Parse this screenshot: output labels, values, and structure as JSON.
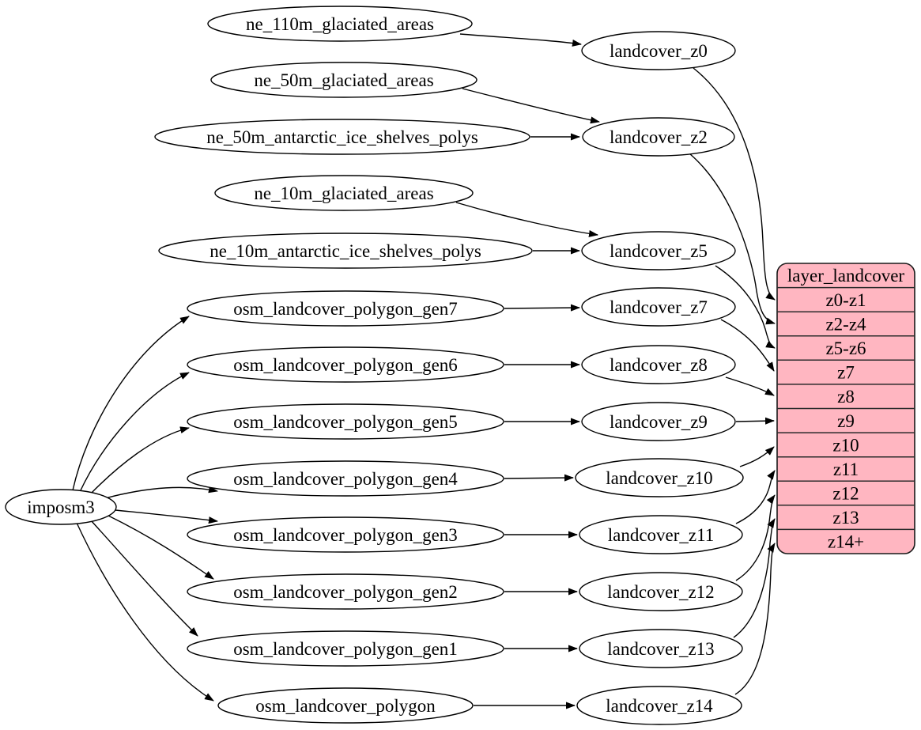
{
  "diagram": {
    "type": "graphviz-flow",
    "description_visible_text_only": true
  },
  "colors": {
    "background": "#ffffff",
    "node_fill": "#ffffff",
    "node_stroke": "#000000",
    "edge_stroke": "#000000",
    "table_fill": "#ffb6c1",
    "table_stroke": "#1a1a1a",
    "text": "#000000"
  },
  "importer": {
    "label": "imposm3"
  },
  "sources": [
    "ne_110m_glaciated_areas",
    "ne_50m_glaciated_areas",
    "ne_50m_antarctic_ice_shelves_polys",
    "ne_10m_glaciated_areas",
    "ne_10m_antarctic_ice_shelves_polys",
    "osm_landcover_polygon_gen7",
    "osm_landcover_polygon_gen6",
    "osm_landcover_polygon_gen5",
    "osm_landcover_polygon_gen4",
    "osm_landcover_polygon_gen3",
    "osm_landcover_polygon_gen2",
    "osm_landcover_polygon_gen1",
    "osm_landcover_polygon"
  ],
  "intermediates": [
    "landcover_z0",
    "landcover_z2",
    "landcover_z5",
    "landcover_z7",
    "landcover_z8",
    "landcover_z9",
    "landcover_z10",
    "landcover_z11",
    "landcover_z12",
    "landcover_z13",
    "landcover_z14"
  ],
  "table": {
    "header": "layer_landcover",
    "rows": [
      "z0-z1",
      "z2-z4",
      "z5-z6",
      "z7",
      "z8",
      "z9",
      "z10",
      "z11",
      "z12",
      "z13",
      "z14+"
    ]
  },
  "edges": [
    {
      "from": "imposm3",
      "to": "osm_landcover_polygon_gen7"
    },
    {
      "from": "imposm3",
      "to": "osm_landcover_polygon_gen6"
    },
    {
      "from": "imposm3",
      "to": "osm_landcover_polygon_gen5"
    },
    {
      "from": "imposm3",
      "to": "osm_landcover_polygon_gen4"
    },
    {
      "from": "imposm3",
      "to": "osm_landcover_polygon_gen3"
    },
    {
      "from": "imposm3",
      "to": "osm_landcover_polygon_gen2"
    },
    {
      "from": "imposm3",
      "to": "osm_landcover_polygon_gen1"
    },
    {
      "from": "imposm3",
      "to": "osm_landcover_polygon"
    },
    {
      "from": "ne_110m_glaciated_areas",
      "to": "landcover_z0"
    },
    {
      "from": "ne_50m_glaciated_areas",
      "to": "landcover_z2"
    },
    {
      "from": "ne_50m_antarctic_ice_shelves_polys",
      "to": "landcover_z2"
    },
    {
      "from": "ne_10m_glaciated_areas",
      "to": "landcover_z5"
    },
    {
      "from": "ne_10m_antarctic_ice_shelves_polys",
      "to": "landcover_z5"
    },
    {
      "from": "osm_landcover_polygon_gen7",
      "to": "landcover_z7"
    },
    {
      "from": "osm_landcover_polygon_gen6",
      "to": "landcover_z8"
    },
    {
      "from": "osm_landcover_polygon_gen5",
      "to": "landcover_z9"
    },
    {
      "from": "osm_landcover_polygon_gen4",
      "to": "landcover_z10"
    },
    {
      "from": "osm_landcover_polygon_gen3",
      "to": "landcover_z11"
    },
    {
      "from": "osm_landcover_polygon_gen2",
      "to": "landcover_z12"
    },
    {
      "from": "osm_landcover_polygon_gen1",
      "to": "landcover_z13"
    },
    {
      "from": "osm_landcover_polygon",
      "to": "landcover_z14"
    },
    {
      "from": "landcover_z0",
      "to": "layer_landcover:z0-z1"
    },
    {
      "from": "landcover_z2",
      "to": "layer_landcover:z2-z4"
    },
    {
      "from": "landcover_z5",
      "to": "layer_landcover:z5-z6"
    },
    {
      "from": "landcover_z7",
      "to": "layer_landcover:z7"
    },
    {
      "from": "landcover_z8",
      "to": "layer_landcover:z8"
    },
    {
      "from": "landcover_z9",
      "to": "layer_landcover:z9"
    },
    {
      "from": "landcover_z10",
      "to": "layer_landcover:z10"
    },
    {
      "from": "landcover_z11",
      "to": "layer_landcover:z11"
    },
    {
      "from": "landcover_z12",
      "to": "layer_landcover:z12"
    },
    {
      "from": "landcover_z13",
      "to": "layer_landcover:z13"
    },
    {
      "from": "landcover_z14",
      "to": "layer_landcover:z14+"
    }
  ]
}
